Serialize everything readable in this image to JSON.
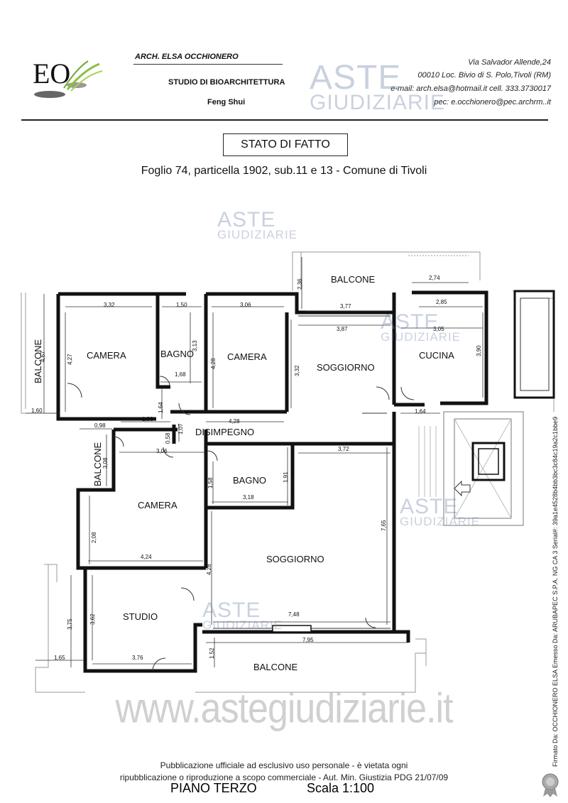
{
  "header": {
    "architect": "ARCH. ELSA OCCHIONERO",
    "studio": "STUDIO DI BIOARCHITETTURA",
    "subtitle": "Feng Shui",
    "logo_text": "EO",
    "address_lines": [
      "Via Salvador Allende,24",
      "00010 Loc. Bivio di S. Polo,Tivoli (RM)",
      "e-mail: arch.elsa@hotmail.it  cell. 333.3730017",
      "pec: e.occhionero@pec.archrm..it"
    ]
  },
  "title": {
    "stato": "STATO DI FATTO",
    "foglio": "Foglio 74, particella 1902, sub.11 e 13 - Comune di Tivoli"
  },
  "watermarks": {
    "aste": "ASTE",
    "giudiziarie": "GIUDIZIARIE",
    "site": "www.astegiudiziarie.it"
  },
  "plan": {
    "rooms": [
      "BALCONE",
      "BALCONE",
      "CAMERA",
      "BAGNO",
      "CAMERA",
      "SOGGIORNO",
      "CUCINA",
      "DISIMPEGNO",
      "BALCONE",
      "BAGNO",
      "CAMERA",
      "SOGGIORNO",
      "STUDIO",
      "BALCONE"
    ],
    "dimensions": [
      "3,32",
      "1,50",
      "3,06",
      "2,74",
      "2,36",
      "3,77",
      "2,85",
      "3,87",
      "3,05",
      "3,90",
      "4,67",
      "4,27",
      "3,13",
      "4,28",
      "3,32",
      "1,68",
      "1,60",
      "1,96",
      "1,64",
      "4,28",
      "1,64",
      "0,98",
      "0,58",
      "1,07",
      "3,72",
      "3,06",
      "3,08",
      "1,58",
      "1,91",
      "3,18",
      "7,65",
      "2,08",
      "4,24",
      "4,28",
      "3,75",
      "3,62",
      "7,48",
      "7,95",
      "1,65",
      "3,76",
      "1,52"
    ]
  },
  "footer": {
    "publication_line1": "Pubblicazione ufficiale ad esclusivo uso personale - è vietata ogni",
    "publication_line2": "ripubblicazione o riproduzione a scopo commerciale - Aut. Min. Giustizia PDG 21/07/09",
    "floor": "PIANO TERZO",
    "scale": "Scala 1:100",
    "signature": "Firmato Da: OCCHIONERO ELSA Emesso Da: ARUBAPEC S.P.A. NG CA 3 Serial#: 39a1e4528b4bb3bc3c84c19a2c1bbe9"
  }
}
